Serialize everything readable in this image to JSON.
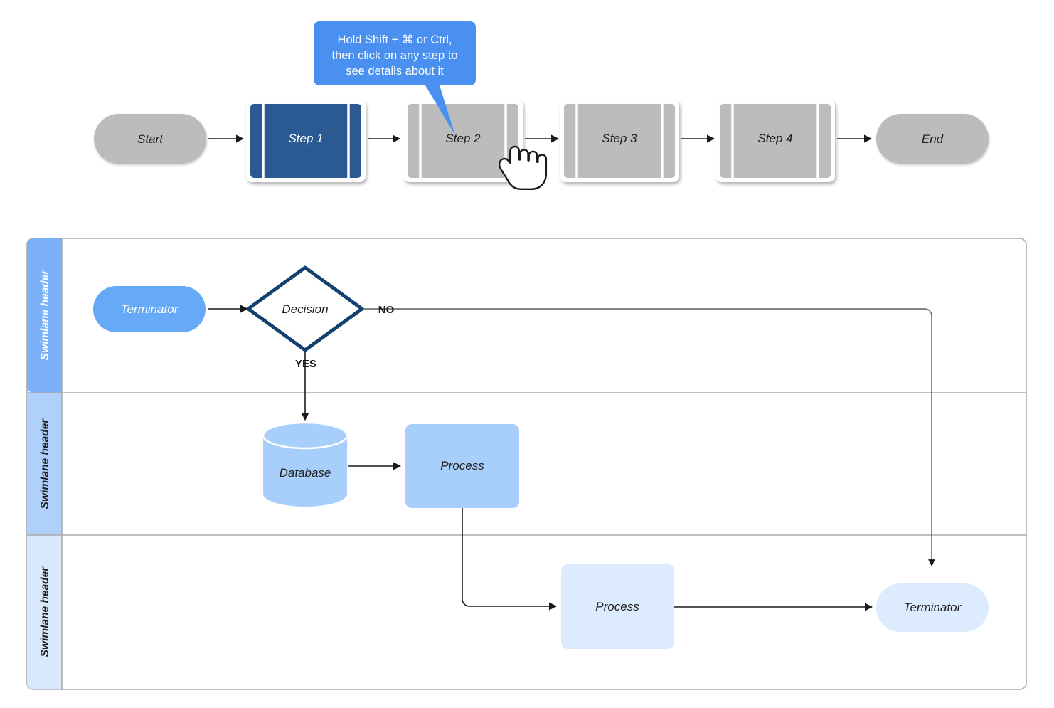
{
  "tooltip": {
    "lines": [
      "Hold Shift + ⌘ or Ctrl,",
      "then click on any step to",
      "see details about it"
    ],
    "background": "#4a90f0",
    "text_color": "#ffffff"
  },
  "top_flow": {
    "name": "top-process-strip",
    "nodes": [
      {
        "id": "start",
        "label": "Start",
        "shape": "terminator",
        "fill": "#bcbcbc",
        "text_color": "#1f1f1f"
      },
      {
        "id": "step1",
        "label": "Step 1",
        "shape": "predefined-process",
        "fill": "#2a5a91",
        "text_color": "#ffffff",
        "selected": true
      },
      {
        "id": "step2",
        "label": "Step 2",
        "shape": "predefined-process",
        "fill": "#bcbcbc",
        "text_color": "#1f1f1f",
        "hovered": true
      },
      {
        "id": "step3",
        "label": "Step 3",
        "shape": "predefined-process",
        "fill": "#bcbcbc",
        "text_color": "#1f1f1f"
      },
      {
        "id": "step4",
        "label": "Step 4",
        "shape": "predefined-process",
        "fill": "#bcbcbc",
        "text_color": "#1f1f1f"
      },
      {
        "id": "end",
        "label": "End",
        "shape": "terminator",
        "fill": "#bcbcbc",
        "text_color": "#1f1f1f"
      }
    ],
    "cursor": "pointing-hand-cursor"
  },
  "swimlane_diagram": {
    "border_color": "#aaaaaa",
    "lanes": [
      {
        "id": "lane-1",
        "header_label": "Swimlane header",
        "header_fill": "#7cb1f7",
        "header_text_color": "#ffffff"
      },
      {
        "id": "lane-2",
        "header_label": "Swimlane header",
        "header_fill": "#aed0fb",
        "header_text_color": "#1f1f1f"
      },
      {
        "id": "lane-3",
        "header_label": "Swimlane header",
        "header_fill": "#d8e9fd",
        "header_text_color": "#1f1f1f"
      }
    ],
    "nodes": [
      {
        "id": "terminator-start",
        "label": "Terminator",
        "shape": "terminator",
        "lane": "lane-1",
        "fill": "#66a9f7",
        "text_color": "#ffffff"
      },
      {
        "id": "decision",
        "label": "Decision",
        "shape": "decision-diamond",
        "lane": "lane-1",
        "fill": "#ffffff",
        "stroke": "#13416f",
        "text_color": "#1f1f1f"
      },
      {
        "id": "database",
        "label": "Database",
        "shape": "cylinder",
        "lane": "lane-2",
        "fill": "#a8cffb",
        "text_color": "#1f1f1f"
      },
      {
        "id": "process-1",
        "label": "Process",
        "shape": "process-rect",
        "lane": "lane-2",
        "fill": "#a8cffb",
        "text_color": "#1f1f1f"
      },
      {
        "id": "process-2",
        "label": "Process",
        "shape": "process-rect",
        "lane": "lane-3",
        "fill": "#dcebfd",
        "text_color": "#1f1f1f"
      },
      {
        "id": "terminator-end",
        "label": "Terminator",
        "shape": "terminator",
        "lane": "lane-3",
        "fill": "#dcebfd",
        "text_color": "#1f1f1f"
      }
    ],
    "edges": [
      {
        "id": "edge-terminator-decision",
        "from": "terminator-start",
        "to": "decision",
        "label": ""
      },
      {
        "id": "edge-decision-no",
        "from": "decision",
        "to": "terminator-end",
        "label": "NO"
      },
      {
        "id": "edge-decision-yes",
        "from": "decision",
        "to": "database",
        "label": "YES"
      },
      {
        "id": "edge-database-process",
        "from": "database",
        "to": "process-1",
        "label": ""
      },
      {
        "id": "edge-process-process",
        "from": "process-1",
        "to": "process-2",
        "label": ""
      },
      {
        "id": "edge-process-terminator",
        "from": "process-2",
        "to": "terminator-end",
        "label": ""
      }
    ]
  }
}
